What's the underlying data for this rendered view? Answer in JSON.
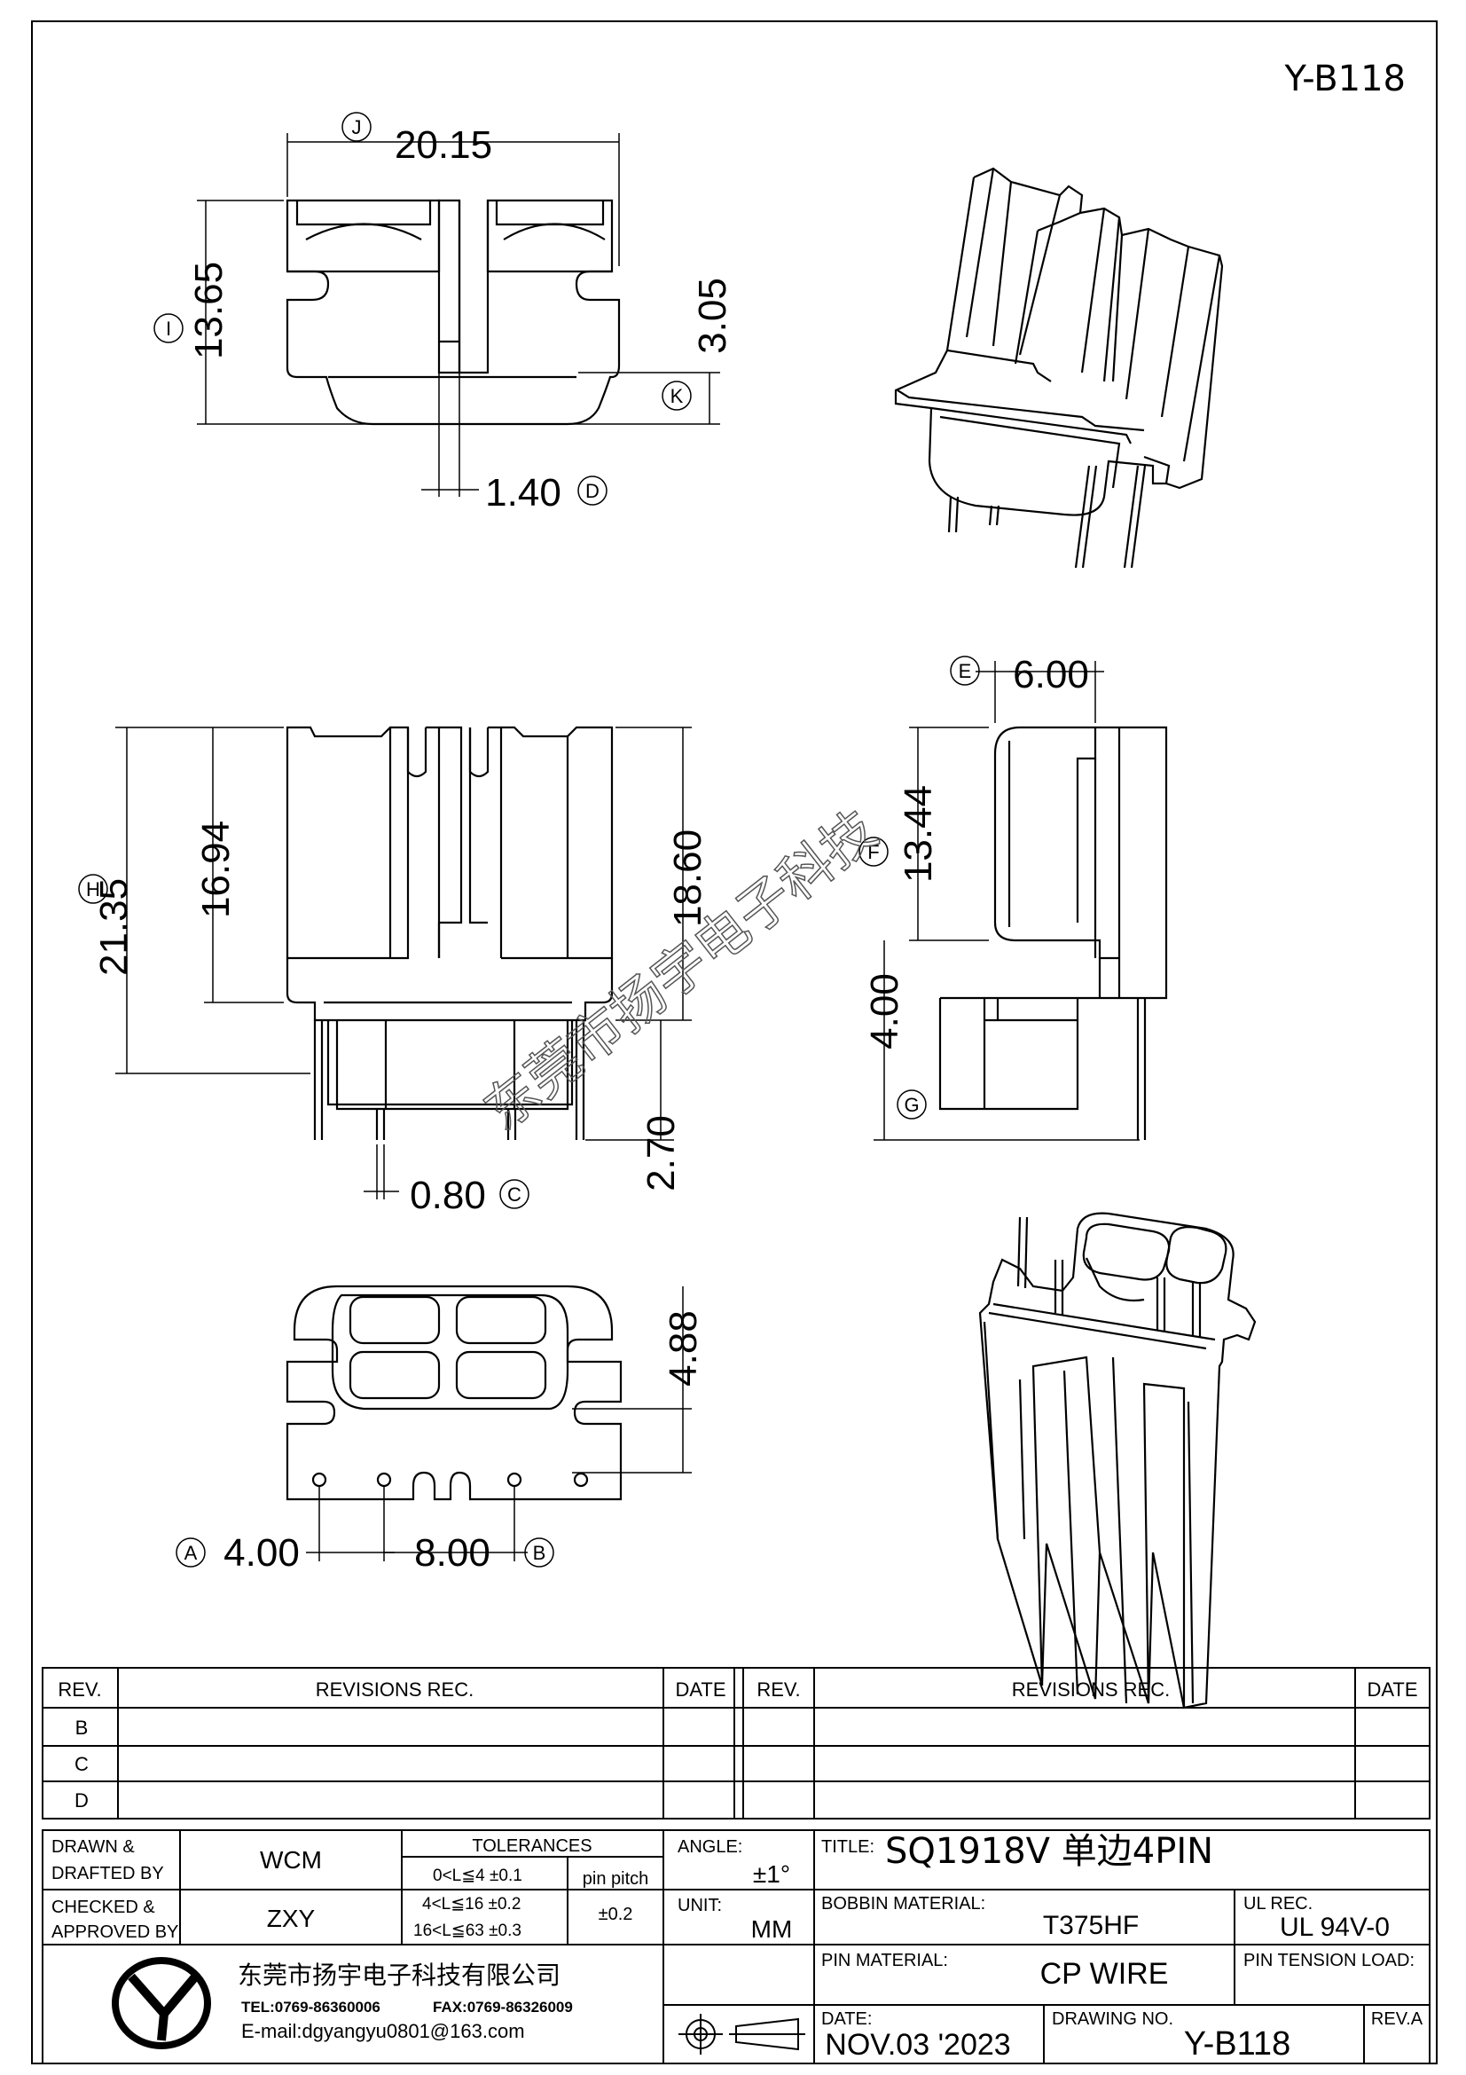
{
  "sheet_code": "Y-B118",
  "watermark": "东莞市扬宇电子科技",
  "dimensions": {
    "top_width": "20.15",
    "top_width_ref": "J",
    "top_height": "13.65",
    "top_height_ref": "I",
    "top_step": "3.05",
    "top_step_ref": "K",
    "top_slot": "1.40",
    "top_slot_ref": "D",
    "front_total": "21.35",
    "front_total_ref": "H",
    "front_body": "16.94",
    "front_right": "18.60",
    "front_pin_len": "2.70",
    "front_pin_dia": "0.80",
    "front_pin_dia_ref": "C",
    "side_depth": "6.00",
    "side_depth_ref": "E",
    "side_height": "13.44",
    "side_height_ref": "F",
    "side_lower": "4.00",
    "side_lower_ref": "G",
    "bottom_depth": "4.88",
    "bottom_pitch_a": "4.00",
    "bottom_pitch_a_ref": "A",
    "bottom_pitch_b": "8.00",
    "bottom_pitch_b_ref": "B"
  },
  "revisions": {
    "rev_header": "REV.",
    "rec_header": "REVISIONS   REC.",
    "date_header": "DATE",
    "rows": [
      "B",
      "C",
      "D"
    ]
  },
  "title_block": {
    "drawn_label_1": "DRAWN &",
    "drawn_label_2": "DRAFTED BY",
    "drawn_value": "WCM",
    "checked_label_1": "CHECKED &",
    "checked_label_2": "APPROVED BY",
    "checked_value": "ZXY",
    "tolerances_label": "TOLERANCES",
    "tol_1": "0<L≦4   ±0.1",
    "tol_2": "4<L≦16  ±0.2",
    "tol_3": "16<L≦63  ±0.3",
    "pin_pitch_label": "pin  pitch",
    "pin_pitch_value": "±0.2",
    "angle_label": "ANGLE:",
    "angle_value": "±1°",
    "unit_label": "UNIT:",
    "unit_value": "MM",
    "title_label": "TITLE:",
    "title_value": "SQ1918V  单边4PIN",
    "bobbin_label": "BOBBIN  MATERIAL:",
    "bobbin_value": "T375HF",
    "ul_label": "UL  REC.",
    "ul_value": "UL  94V-0",
    "pin_material_label": "PIN  MATERIAL:",
    "pin_material_value": "CP  WIRE",
    "pin_tension_label": "PIN  TENSION  LOAD:",
    "company": "东莞市扬宇电子科技有限公司",
    "tel": "TEL:0769-86360006",
    "fax": "FAX:0769-86326009",
    "email": "E-mail:dgyangyu0801@163.com",
    "date_label": "DATE:",
    "date_value": "NOV.03 '2023",
    "drawing_no_label": "DRAWING  NO.",
    "drawing_no_value": "Y-B118",
    "rev_label": "REV.A"
  }
}
